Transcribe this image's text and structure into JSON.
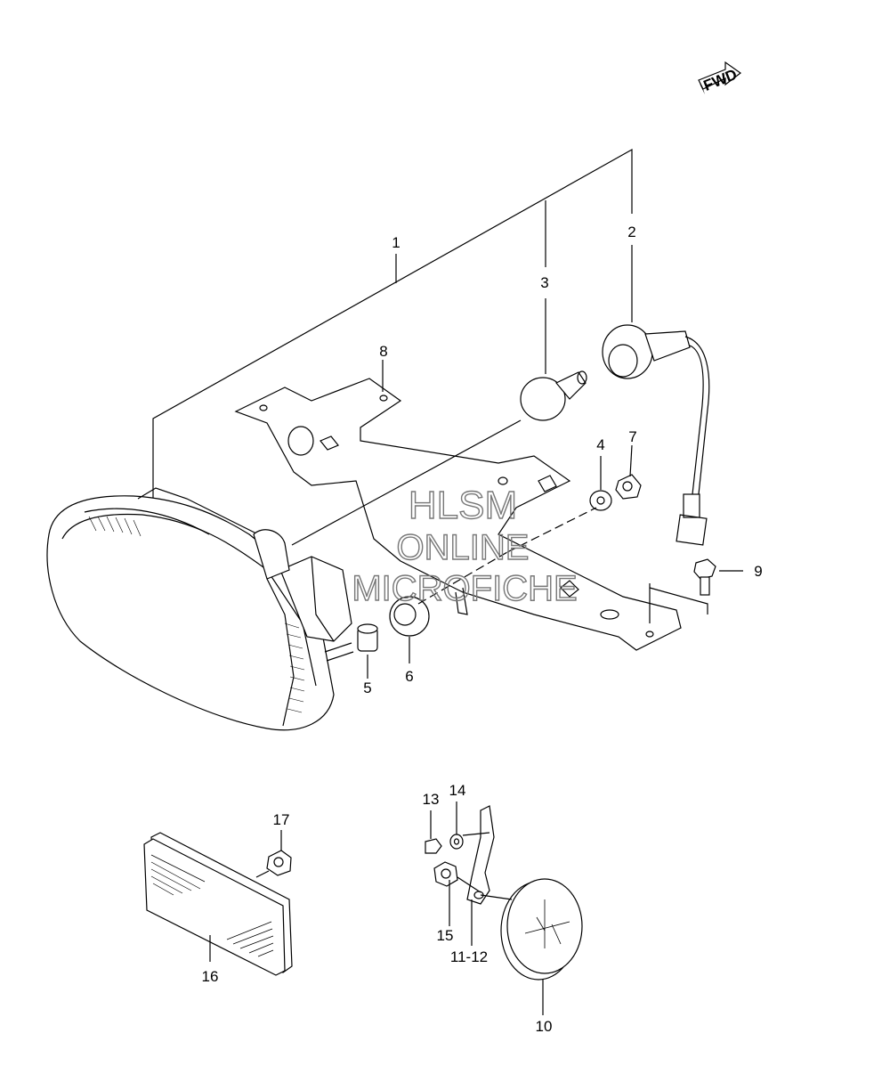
{
  "fwd_arrow_text": "FWD",
  "callouts": [
    {
      "id": "1",
      "text": "1"
    },
    {
      "id": "2",
      "text": "2"
    },
    {
      "id": "3",
      "text": "3"
    },
    {
      "id": "4",
      "text": "4"
    },
    {
      "id": "5",
      "text": "5"
    },
    {
      "id": "6",
      "text": "6"
    },
    {
      "id": "7",
      "text": "7"
    },
    {
      "id": "8",
      "text": "8"
    },
    {
      "id": "9",
      "text": "9"
    },
    {
      "id": "10",
      "text": "10"
    },
    {
      "id": "11-12",
      "text": "11-12"
    },
    {
      "id": "13",
      "text": "13"
    },
    {
      "id": "14",
      "text": "14"
    },
    {
      "id": "15",
      "text": "15"
    },
    {
      "id": "16",
      "text": "16"
    },
    {
      "id": "17",
      "text": "17"
    }
  ],
  "watermark": {
    "line1": "HLSM",
    "line2": "ONLINE",
    "line3": "MICROFICHE"
  }
}
